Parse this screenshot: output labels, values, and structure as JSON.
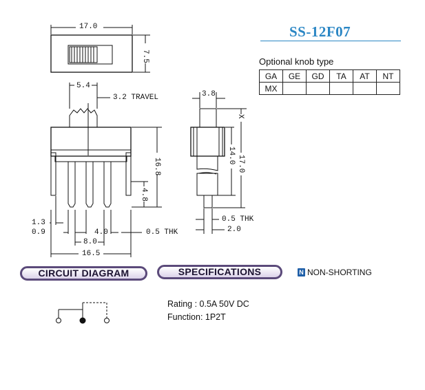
{
  "model": "SS-12F07",
  "knob_types": {
    "title": "Optional knob type",
    "row1": [
      "GA",
      "GE",
      "GD",
      "TA",
      "AT",
      "NT"
    ],
    "row2": [
      "MX",
      "",
      "",
      "",
      "",
      ""
    ]
  },
  "dims": {
    "top_width": "17.0",
    "top_height": "7.5",
    "knob_width": "5.4",
    "travel": "3.2 TRAVEL",
    "body_height": "16.8",
    "pin_length": "4.8",
    "left_offset": "1.3",
    "pin_width": "0.9",
    "pin_pitch": "4.0",
    "thickness_front": "0.5 THK",
    "pin_span": "8.0",
    "base_width": "16.5",
    "side_width": "3.8",
    "side_x": "X",
    "side_body": "14.0",
    "side_total": "17.0",
    "thickness_side": "0.5 THK",
    "side_depth": "2.0"
  },
  "sections": {
    "circuit": "CIRCUIT DIAGRAM",
    "specifications": "SPECIFICATIONS",
    "non_shorting": "NON-SHORTING",
    "non_shorting_icon": "N"
  },
  "specs": {
    "rating": "Rating : 0.5A 50V DC",
    "function": "Function: 1P2T"
  }
}
